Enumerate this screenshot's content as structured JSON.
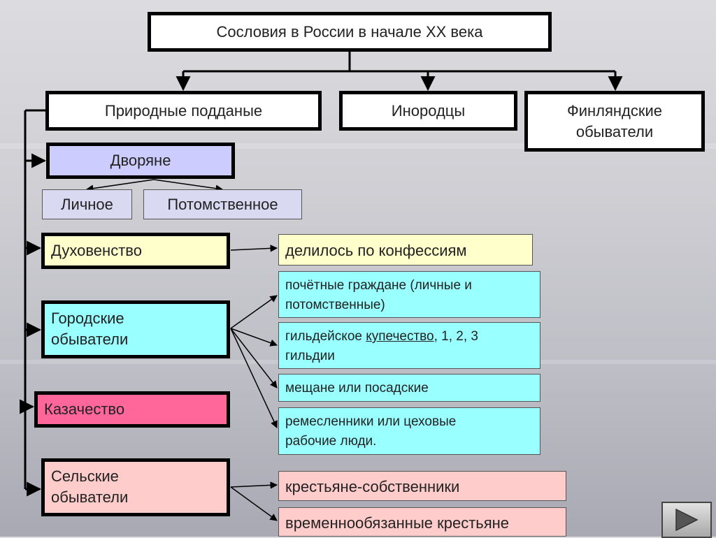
{
  "title": "Сословия в России в начале XX века",
  "categories": {
    "native": "Природные подданые",
    "inorodtsy": "Инородцы",
    "finnish_line1": "Финляндские",
    "finnish_line2": "обыватели"
  },
  "estates": {
    "nobility": {
      "label": "Дворяне",
      "personal": "Личное",
      "hereditary": "Потомственное"
    },
    "clergy": {
      "label": "Духовенство",
      "note": "делилось по конфессиям"
    },
    "urban": {
      "line1": "Городские",
      "line2": "обыватели",
      "honorary_line1": "почётные граждане (личные и",
      "honorary_line2": "потомственные)",
      "merchants_pre": "гильдейское ",
      "merchants_word": "купечество",
      "merchants_post": ",  1, 2, 3",
      "merchants_line2": "гильдии",
      "townsfolk": "мещане или посадские",
      "artisans_line1": "ремесленники или цеховые",
      "artisans_line2": "рабочие люди."
    },
    "cossacks": {
      "label": "Казачество"
    },
    "rural": {
      "line1": "Сельские",
      "line2": "обыватели",
      "owners": "крестьяне-собственники",
      "temporary": "временнообязанные крестьяне"
    }
  },
  "colors": {
    "nobility": "#ccccff",
    "nobility_sub": "#d9d9f2",
    "clergy": "#ffffcc",
    "urban": "#99ffff",
    "cossacks": "#ff6699",
    "rural": "#ffcccc",
    "top": "#ffffff"
  },
  "icons": {
    "next": "play-triangle-icon"
  }
}
